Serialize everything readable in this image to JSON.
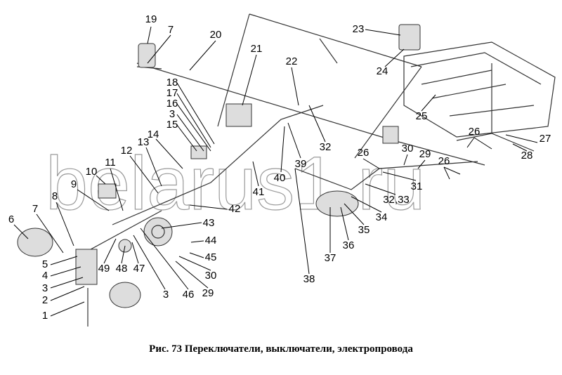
{
  "watermark": "belarus1.ru",
  "caption": "Рис. 73  Переключатели, выключатели, электропровода",
  "callouts": [
    "19",
    "7",
    "20",
    "21",
    "23",
    "24",
    "22",
    "25",
    "18",
    "17",
    "16",
    "3",
    "15",
    "14",
    "13",
    "12",
    "11",
    "10",
    "9",
    "8",
    "7",
    "6",
    "5",
    "4",
    "3",
    "2",
    "1",
    "49",
    "48",
    "47",
    "3",
    "46",
    "29",
    "30",
    "45",
    "44",
    "43",
    "42",
    "41",
    "40",
    "39",
    "32",
    "26",
    "30",
    "29",
    "31",
    "32,33",
    "34",
    "35",
    "36",
    "37",
    "38",
    "26",
    "27",
    "28",
    "26"
  ]
}
